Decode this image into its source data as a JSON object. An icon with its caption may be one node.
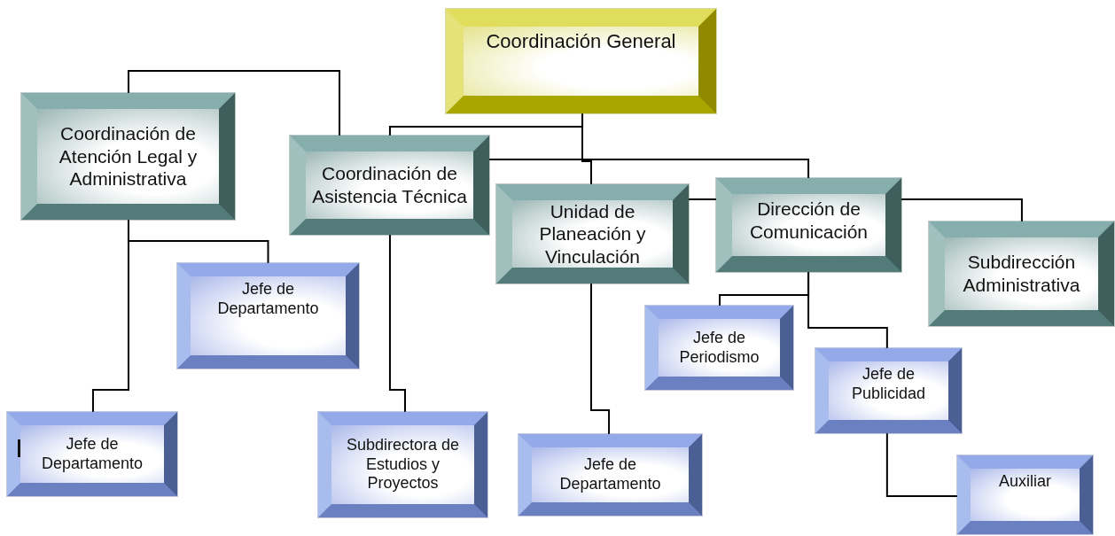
{
  "diagram": {
    "nodes": [
      {
        "text": [
          "Coordinación General"
        ]
      },
      {
        "text": [
          "Coordinación de Atención Legal y Administrativa"
        ]
      },
      {
        "text": [
          "Coordinación de Asistencia Técnica"
        ]
      },
      {
        "text": [
          "Unidad de Planeación y Vinculación"
        ]
      },
      {
        "text": [
          "Dirección de Comunicación"
        ]
      },
      {
        "text": [
          "Subdirección Administrativa"
        ]
      },
      {
        "text": [
          "Jefe de Departamento"
        ]
      },
      {
        "text": [
          "Jefe de Departamento"
        ]
      },
      {
        "text": [
          "Subdirectora de Estudios y Proyectos"
        ]
      },
      {
        "text": [
          "Jefe de Departamento"
        ]
      },
      {
        "text": [
          "Jefe de Periodismo"
        ]
      },
      {
        "text": [
          "Jefe de Publicidad"
        ]
      },
      {
        "text": [
          "Auxiliar"
        ]
      }
    ],
    "edges": [
      {
        "from": 0,
        "to": 2,
        "arrow": "none"
      },
      {
        "from": 0,
        "to": 3,
        "arrow": "none"
      },
      {
        "from": 2,
        "to": 4,
        "arrow": "none"
      },
      {
        "from": 2,
        "to": 1,
        "arrow": "none"
      },
      {
        "from": 3,
        "to": 4,
        "arrow": "none"
      },
      {
        "from": 4,
        "to": 5,
        "arrow": "none"
      },
      {
        "from": 1,
        "to": 6,
        "arrow": "none"
      },
      {
        "from": 1,
        "to": 7,
        "arrow": "none"
      },
      {
        "from": 2,
        "to": 8,
        "arrow": "none"
      },
      {
        "from": 3,
        "to": 9,
        "arrow": "none"
      },
      {
        "from": 4,
        "to": 10,
        "arrow": "none"
      },
      {
        "from": 4,
        "to": 11,
        "arrow": "none"
      },
      {
        "from": 11,
        "to": 12,
        "arrow": "none"
      }
    ]
  }
}
